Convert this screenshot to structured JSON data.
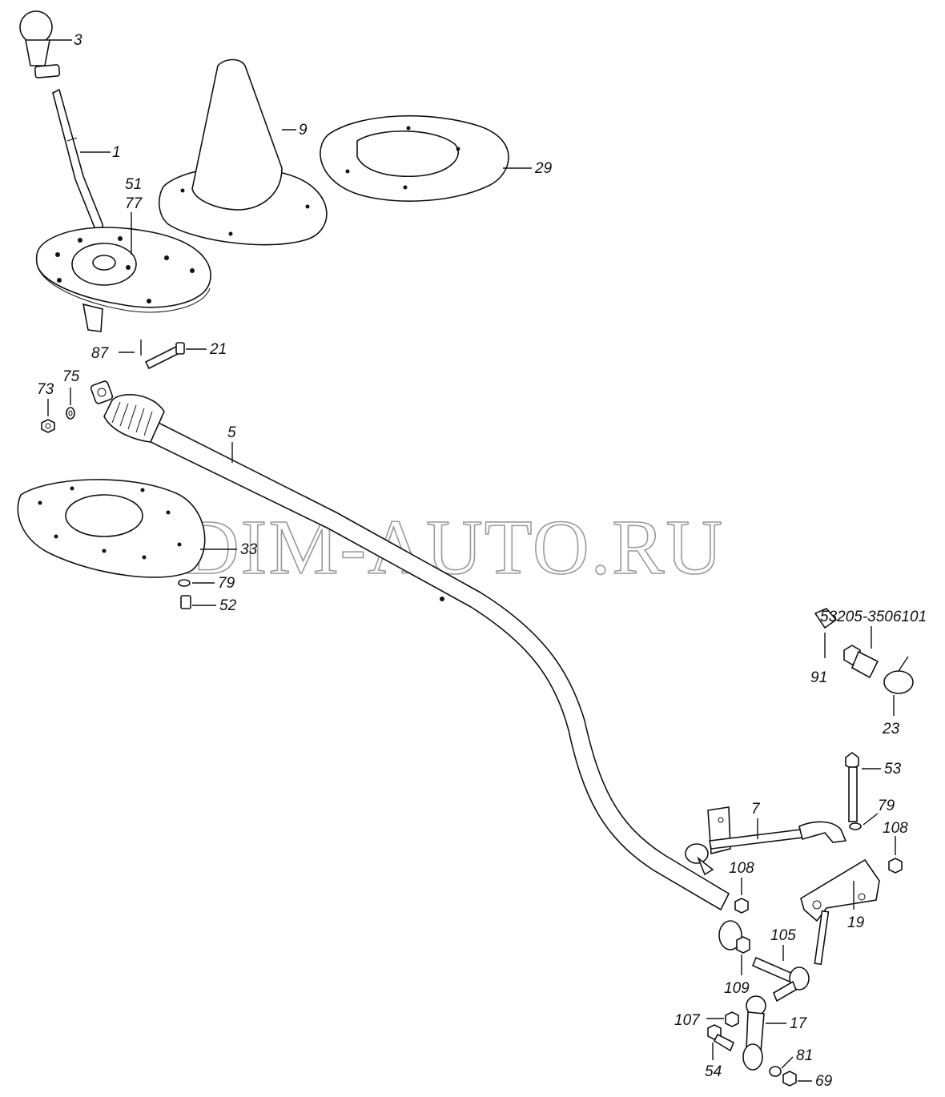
{
  "watermark": "DIM-AUTO.RU",
  "labels": {
    "p3": "3",
    "p1": "1",
    "p51": "51",
    "p77": "77",
    "p9": "9",
    "p29": "29",
    "p87": "87",
    "p21": "21",
    "p73": "73",
    "p75": "75",
    "p5": "5",
    "p33": "33",
    "p79a": "79",
    "p52": "52",
    "p_kit": "53205-3506101",
    "p91": "91",
    "p23": "23",
    "p53": "53",
    "p79b": "79",
    "p108a": "108",
    "p7": "7",
    "p108b": "108",
    "p19": "19",
    "p105": "105",
    "p109": "109",
    "p107": "107",
    "p17": "17",
    "p54": "54",
    "p81": "81",
    "p69": "69"
  }
}
